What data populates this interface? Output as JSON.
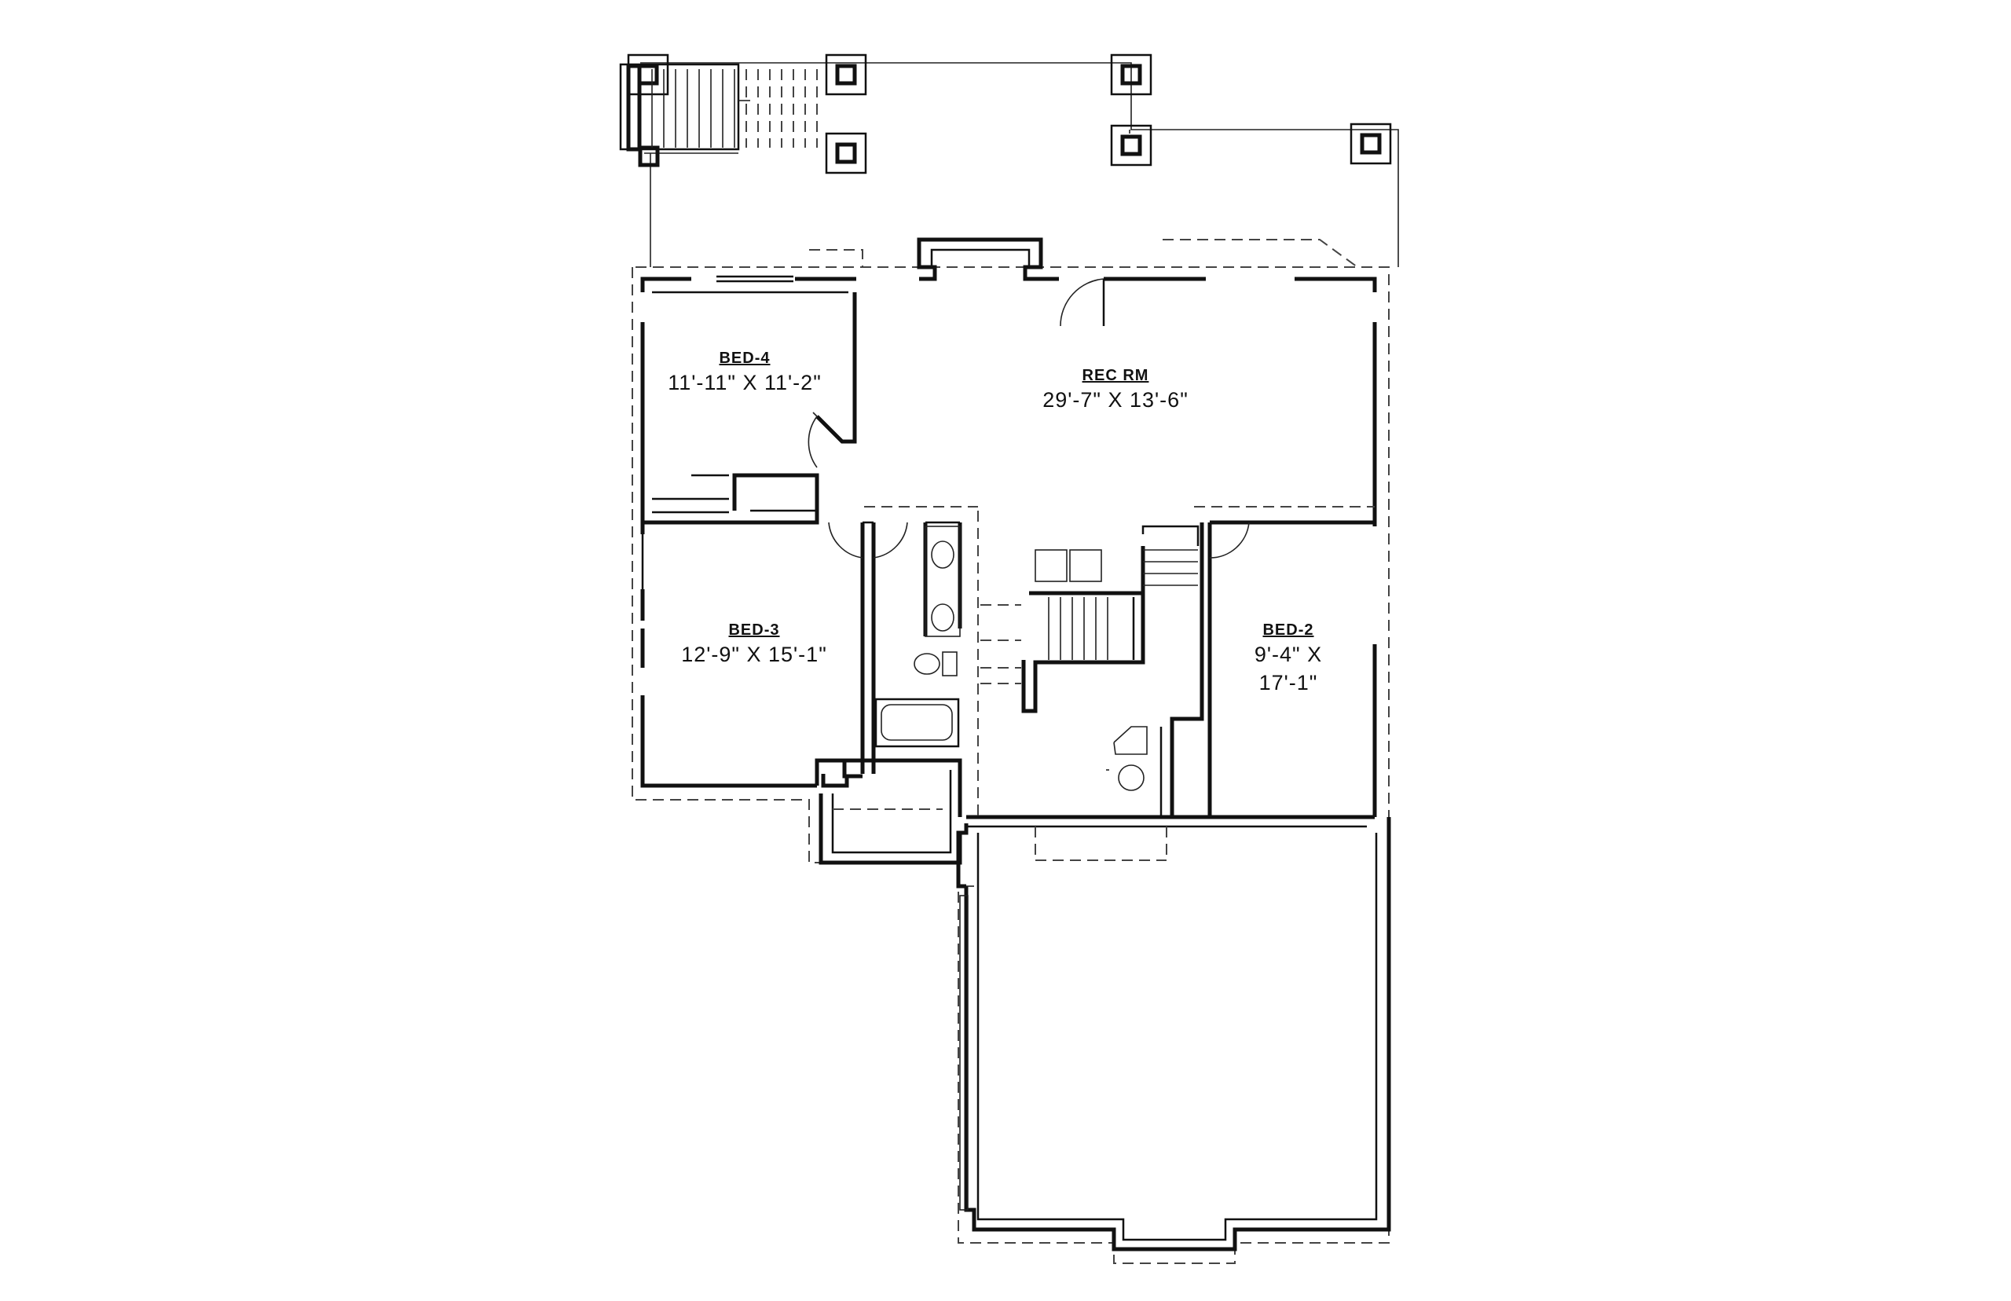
{
  "plan": {
    "rooms": [
      {
        "id": "bed4",
        "name": "BED-4",
        "dims": "11'-11\" X 11'-2\""
      },
      {
        "id": "rec",
        "name": "REC RM",
        "dims": "29'-7\" X 13'-6\""
      },
      {
        "id": "bed3",
        "name": "BED-3",
        "dims": "12'-9\" X 15'-1\""
      },
      {
        "id": "bed2",
        "name": "BED-2",
        "dims_line1": "9'-4\" X",
        "dims_line2": "17'-1\""
      }
    ]
  }
}
